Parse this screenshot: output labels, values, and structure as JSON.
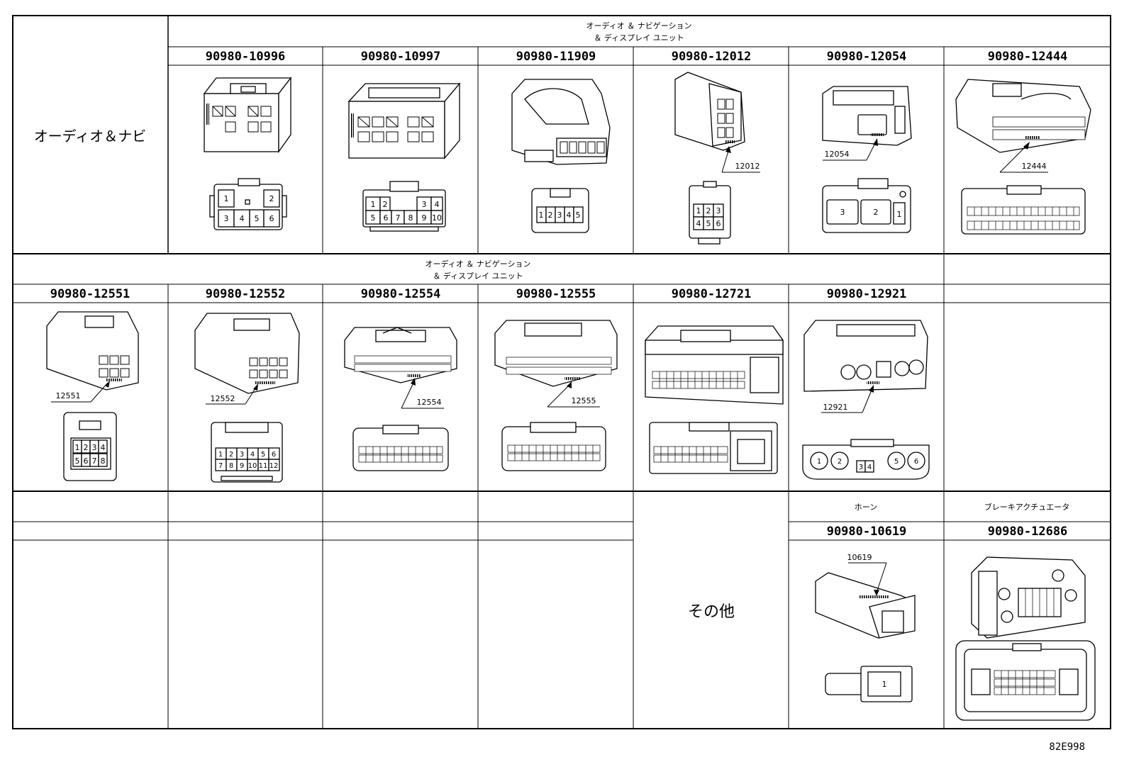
{
  "groups": {
    "audio_nav_line1": "オーディオ ＆ ナビゲーション",
    "audio_nav_line2": "＆ ディスプレイ ユニット",
    "row_label_audio_nav": "オーディオ＆ナビ",
    "other": "その他",
    "horn": "ホーン",
    "brake_actuator": "ブレーキアクチュエータ"
  },
  "part_numbers": {
    "p10996": "90980-10996",
    "p10997": "90980-10997",
    "p11909": "90980-11909",
    "p12012": "90980-12012",
    "p12054": "90980-12054",
    "p12444": "90980-12444",
    "p12551": "90980-12551",
    "p12552": "90980-12552",
    "p12554": "90980-12554",
    "p12555": "90980-12555",
    "p12721": "90980-12721",
    "p12921": "90980-12921",
    "p10619": "90980-10619",
    "p12686": "90980-12686"
  },
  "callouts": {
    "c12012": "12012",
    "c12054": "12054",
    "c12444": "12444",
    "c12551": "12551",
    "c12552": "12552",
    "c12554": "12554",
    "c12555": "12555",
    "c12921": "12921",
    "c10619": "10619"
  },
  "pins": {
    "p10996": [
      "1",
      "2",
      "3",
      "4",
      "5",
      "6"
    ],
    "p10997": [
      "1",
      "2",
      "3",
      "4",
      "5",
      "6",
      "7",
      "8",
      "9",
      "10"
    ],
    "p11909": [
      "1",
      "2",
      "3",
      "4",
      "5"
    ],
    "p12012": [
      "1",
      "2",
      "3",
      "4",
      "5",
      "6"
    ],
    "p12054": [
      "3",
      "2",
      "1"
    ],
    "p12551": [
      "1",
      "2",
      "3",
      "4",
      "5",
      "6",
      "7",
      "8"
    ],
    "p12552": [
      "1",
      "2",
      "3",
      "4",
      "5",
      "6",
      "7",
      "8",
      "9",
      "10",
      "11",
      "12"
    ],
    "p12921": [
      "1",
      "2",
      "3",
      "4",
      "5",
      "6"
    ],
    "p10619": [
      "1"
    ]
  },
  "figure_code": "82E998"
}
